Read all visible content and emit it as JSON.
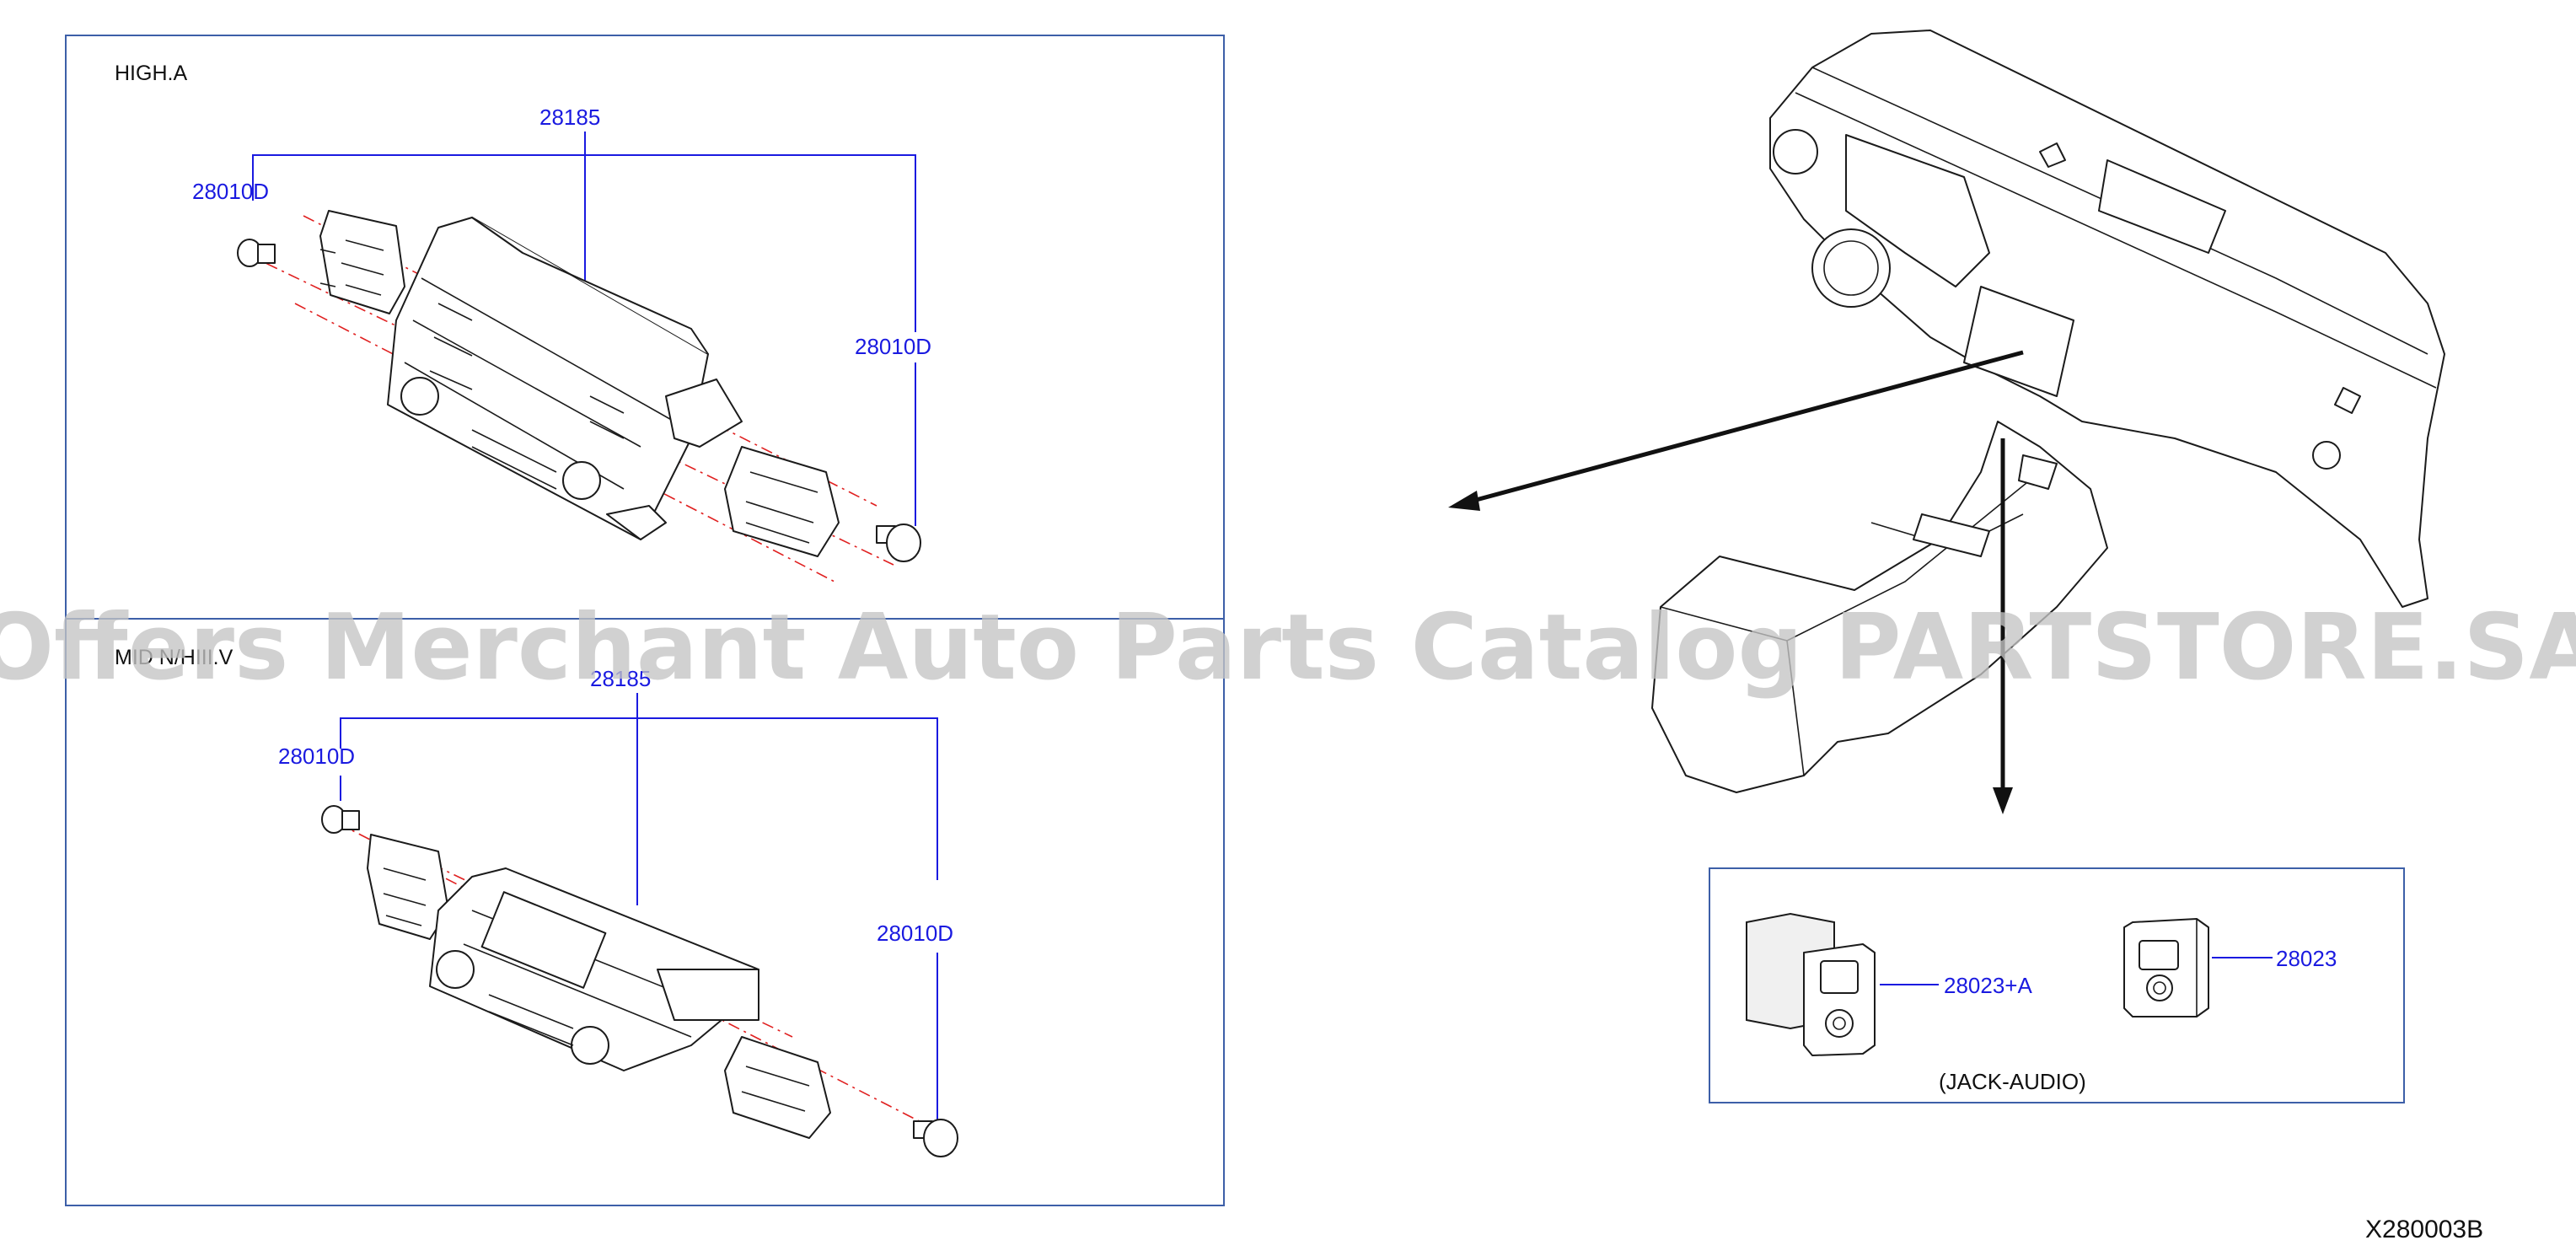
{
  "panels": {
    "high": {
      "title": "HIGH.A",
      "callouts": {
        "assembly": "28185",
        "screw_left": "28010D",
        "screw_right": "28010D"
      }
    },
    "mid": {
      "title": "MID N/HIII.V",
      "callouts": {
        "assembly": "28185",
        "screw_left": "28010D",
        "screw_right": "28010D"
      }
    },
    "jack": {
      "callouts": {
        "jack_a": "28023+A",
        "jack_b": "28023"
      },
      "caption": "(JACK-AUDIO)"
    }
  },
  "watermark": "Offers Merchant Auto Parts Catalog PARTSTORE.SA",
  "diagram_code": "X280003B",
  "colors": {
    "callout": "#1a1ae0",
    "frame": "#3d5fa8",
    "centerline": "#e02020",
    "watermark": "#c4c4c4"
  }
}
